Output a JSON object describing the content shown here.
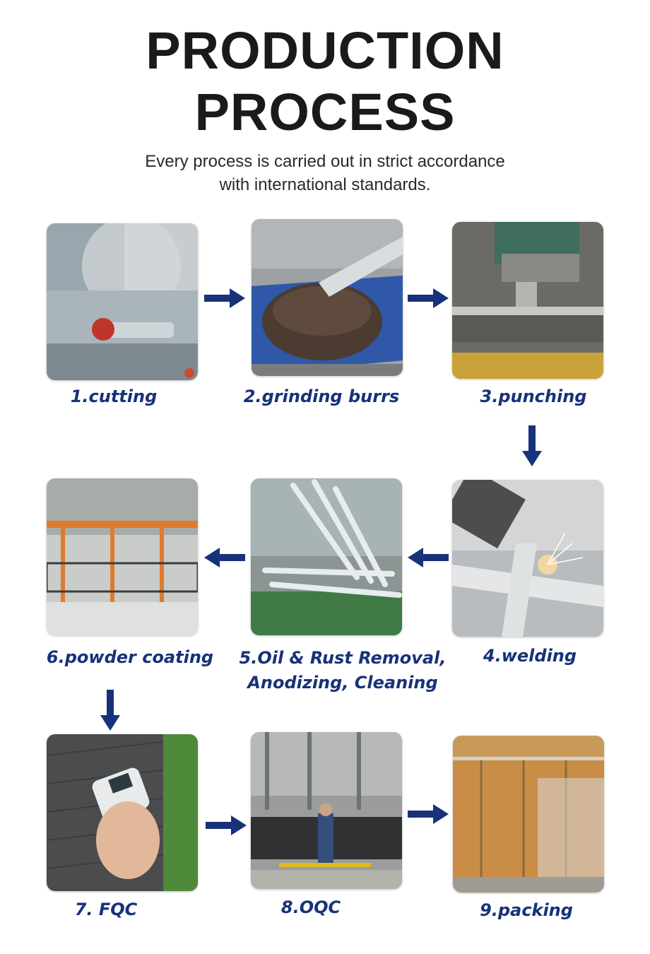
{
  "header": {
    "title_line1": "PRODUCTION",
    "title_line2": "PROCESS",
    "subtitle_line1": "Every process is carried out in strict accordance",
    "subtitle_line2": "with international standards."
  },
  "colors": {
    "title": "#1a1a1a",
    "label": "#17327a",
    "arrow": "#17327a"
  },
  "steps": [
    {
      "label": "1.cutting"
    },
    {
      "label": "2.grinding burrs"
    },
    {
      "label": "3.punching"
    },
    {
      "label": "4.welding"
    },
    {
      "label_line1": "5.Oil & Rust Removal,",
      "label_line2": "Anodizing, Cleaning"
    },
    {
      "label": "6.powder coating"
    },
    {
      "label": "7. FQC"
    },
    {
      "label": "8.OQC"
    },
    {
      "label": "9.packing"
    }
  ],
  "icons": [
    "arrow-right-icon",
    "arrow-left-icon",
    "arrow-down-icon"
  ]
}
